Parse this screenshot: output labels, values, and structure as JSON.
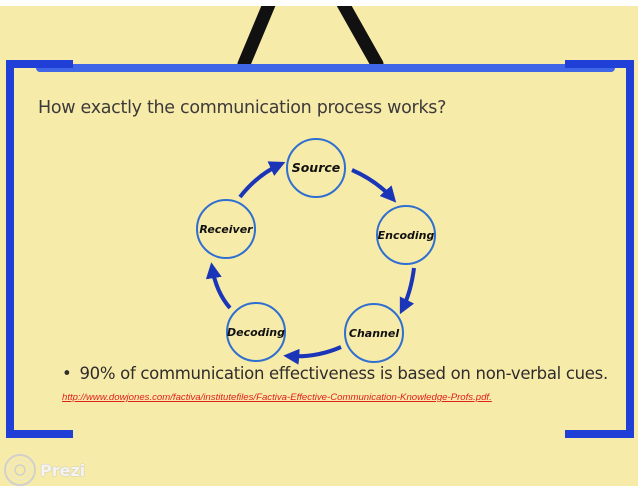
{
  "slide": {
    "title": "How exactly the communication process works?",
    "bullet_marker": "•",
    "bullet": "90% of communication effectiveness is based on non-verbal cues.",
    "link": "http://www.dowjones.com/factiva/institutefiles/Factiva-Effective-Communication-Knowledge-Profs.pdf."
  },
  "cycle": {
    "nodes": [
      "Source",
      "Encoding",
      "Channel",
      "Decoding",
      "Receiver"
    ]
  },
  "branding": {
    "logo_text": "Prezi"
  },
  "colors": {
    "background": "#f7eba9",
    "frame_blue": "#1f3fd6",
    "arrow_blue": "#1b35b8",
    "circle_stroke": "#2f6fd0",
    "link_red": "#e0201b"
  }
}
